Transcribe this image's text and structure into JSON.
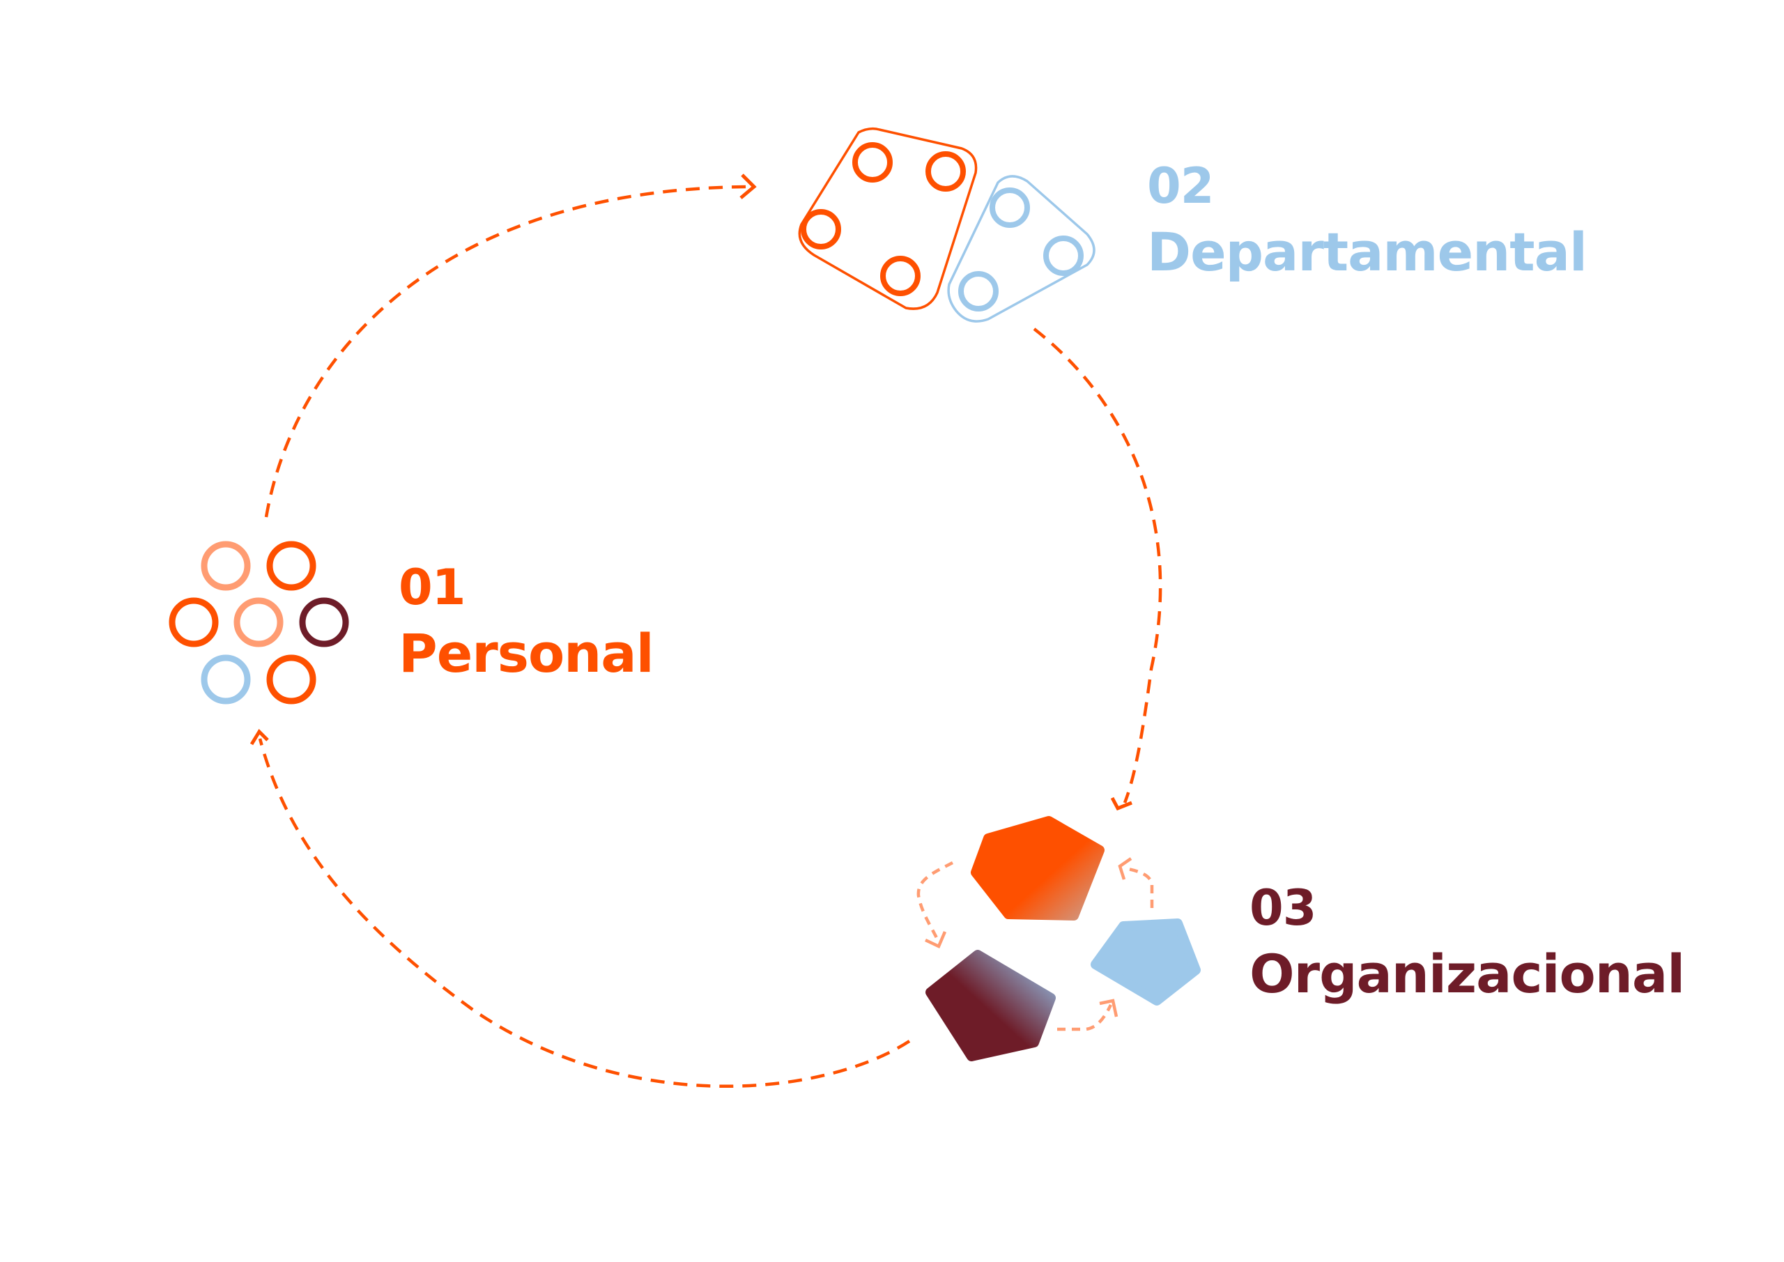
{
  "diagram": {
    "type": "cycle",
    "colors": {
      "orange": "#FE5000",
      "light_orange": "#FF9C72",
      "light_blue": "#9DC8EA",
      "maroon": "#6E1C28",
      "gradient_highlight_orange": "#D4876E",
      "gradient_highlight_maroon": "#8A9CC0"
    },
    "stages": [
      {
        "number": "01",
        "name": "Personal",
        "color": "#FE5000",
        "icon": "cluster-of-rings-icon"
      },
      {
        "number": "02",
        "name": "Departamental",
        "color": "#9DC8EA",
        "icon": "grouped-rings-icon"
      },
      {
        "number": "03",
        "name": "Organizacional",
        "color": "#6E1C28",
        "icon": "interlinked-pentagons-icon"
      }
    ],
    "flow": [
      "01 → 02",
      "02 → 03",
      "03 → 01"
    ]
  }
}
